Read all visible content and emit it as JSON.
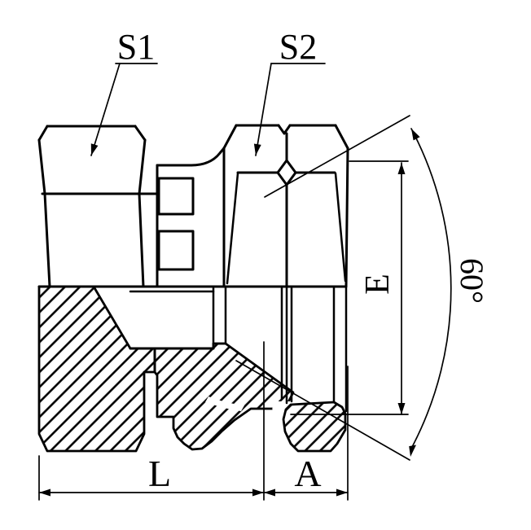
{
  "drawing": {
    "kind": "technical-section-drawing",
    "line_color": "#000000",
    "background_color": "#ffffff",
    "labels": {
      "wrench_size_1": "S1",
      "wrench_size_2": "S2",
      "cone_diameter": "E",
      "cone_angle": "60°",
      "overall_length": "L",
      "hex_length": "A"
    }
  }
}
